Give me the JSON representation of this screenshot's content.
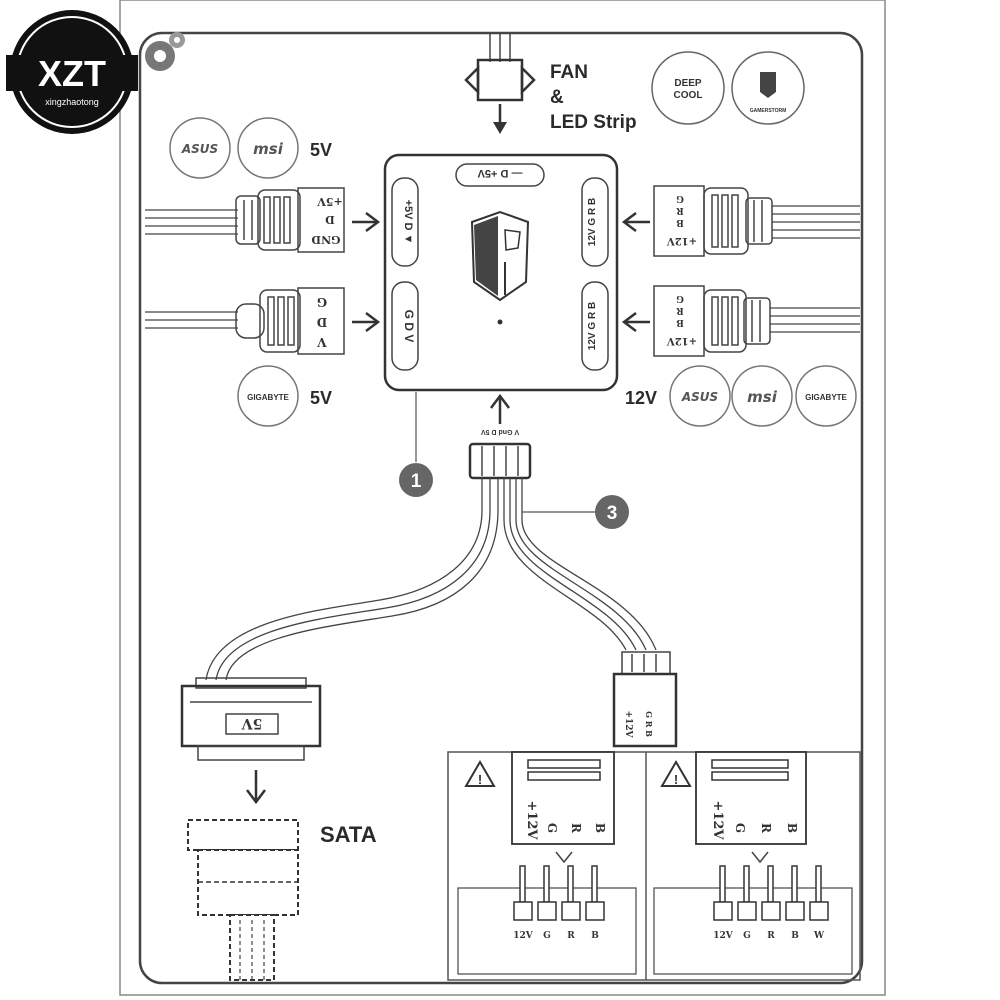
{
  "logo": {
    "main": "XZT",
    "sub": "xingzhaotong"
  },
  "header": {
    "fan_label": "FAN",
    "amp_label": "&",
    "led_label": "LED Strip"
  },
  "brands": {
    "asus": "ASUS",
    "msi": "msi",
    "gigabyte": "GIGABYTE",
    "deepcool_1": "DEEP",
    "deepcool_2": "COOL",
    "gamerstorm": "GAMERSTORM"
  },
  "voltages": {
    "top_left": "5V",
    "bottom_left": "5V",
    "right": "12V"
  },
  "hub_ports": {
    "top": "— D +5V",
    "left_top": "+5V D ▼",
    "left_bottom": "G D V",
    "right_top": "12V G R B",
    "right_bottom": "12V G R B"
  },
  "plug_pins": {
    "left_top": [
      "+5V",
      "D",
      "GND"
    ],
    "left_bottom": [
      "G",
      "D",
      "V"
    ],
    "right_top": [
      "+12V",
      "G",
      "R",
      "B"
    ],
    "right_bottom": [
      "+12V",
      "G",
      "R",
      "B"
    ]
  },
  "callouts": {
    "one": "1",
    "three": "3"
  },
  "sata": {
    "label": "SATA",
    "plug_label": "5V"
  },
  "cable_header": {
    "label_top": "+12V",
    "label_bottom": "G R B"
  },
  "panels": {
    "left": {
      "warn": "!",
      "pins": [
        "12V",
        "G",
        "R",
        "B"
      ],
      "plug_pins": [
        "+12V",
        "G",
        "R",
        "B"
      ]
    },
    "right": {
      "warn": "!",
      "pins": [
        "12V",
        "G",
        "R",
        "B",
        "W"
      ],
      "plug_pins": [
        "+12V",
        "G",
        "R",
        "B"
      ]
    }
  },
  "colors": {
    "line": "#333333",
    "panel_border": "#555555",
    "callout_fill": "#666666"
  }
}
